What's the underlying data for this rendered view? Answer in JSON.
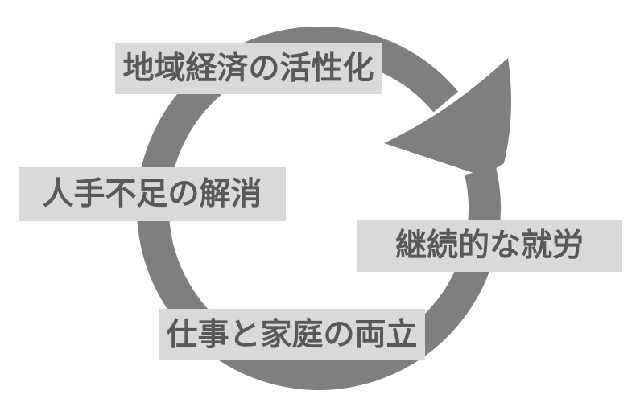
{
  "diagram": {
    "type": "cycle",
    "direction": "clockwise",
    "labels": [
      {
        "id": "regional-economy",
        "text": "地域経済の活性化",
        "position": "top"
      },
      {
        "id": "labor-shortage",
        "text": "人手不足の解消",
        "position": "left"
      },
      {
        "id": "continuous-work",
        "text": "継続的な就労",
        "position": "right"
      },
      {
        "id": "work-life",
        "text": "仕事と家庭の両立",
        "position": "bottom"
      }
    ]
  },
  "colors": {
    "arrow_gray": "#7f7f7f",
    "label_background": "#d9d9d9",
    "label_text": "#595959",
    "canvas_background": "#ffffff"
  }
}
